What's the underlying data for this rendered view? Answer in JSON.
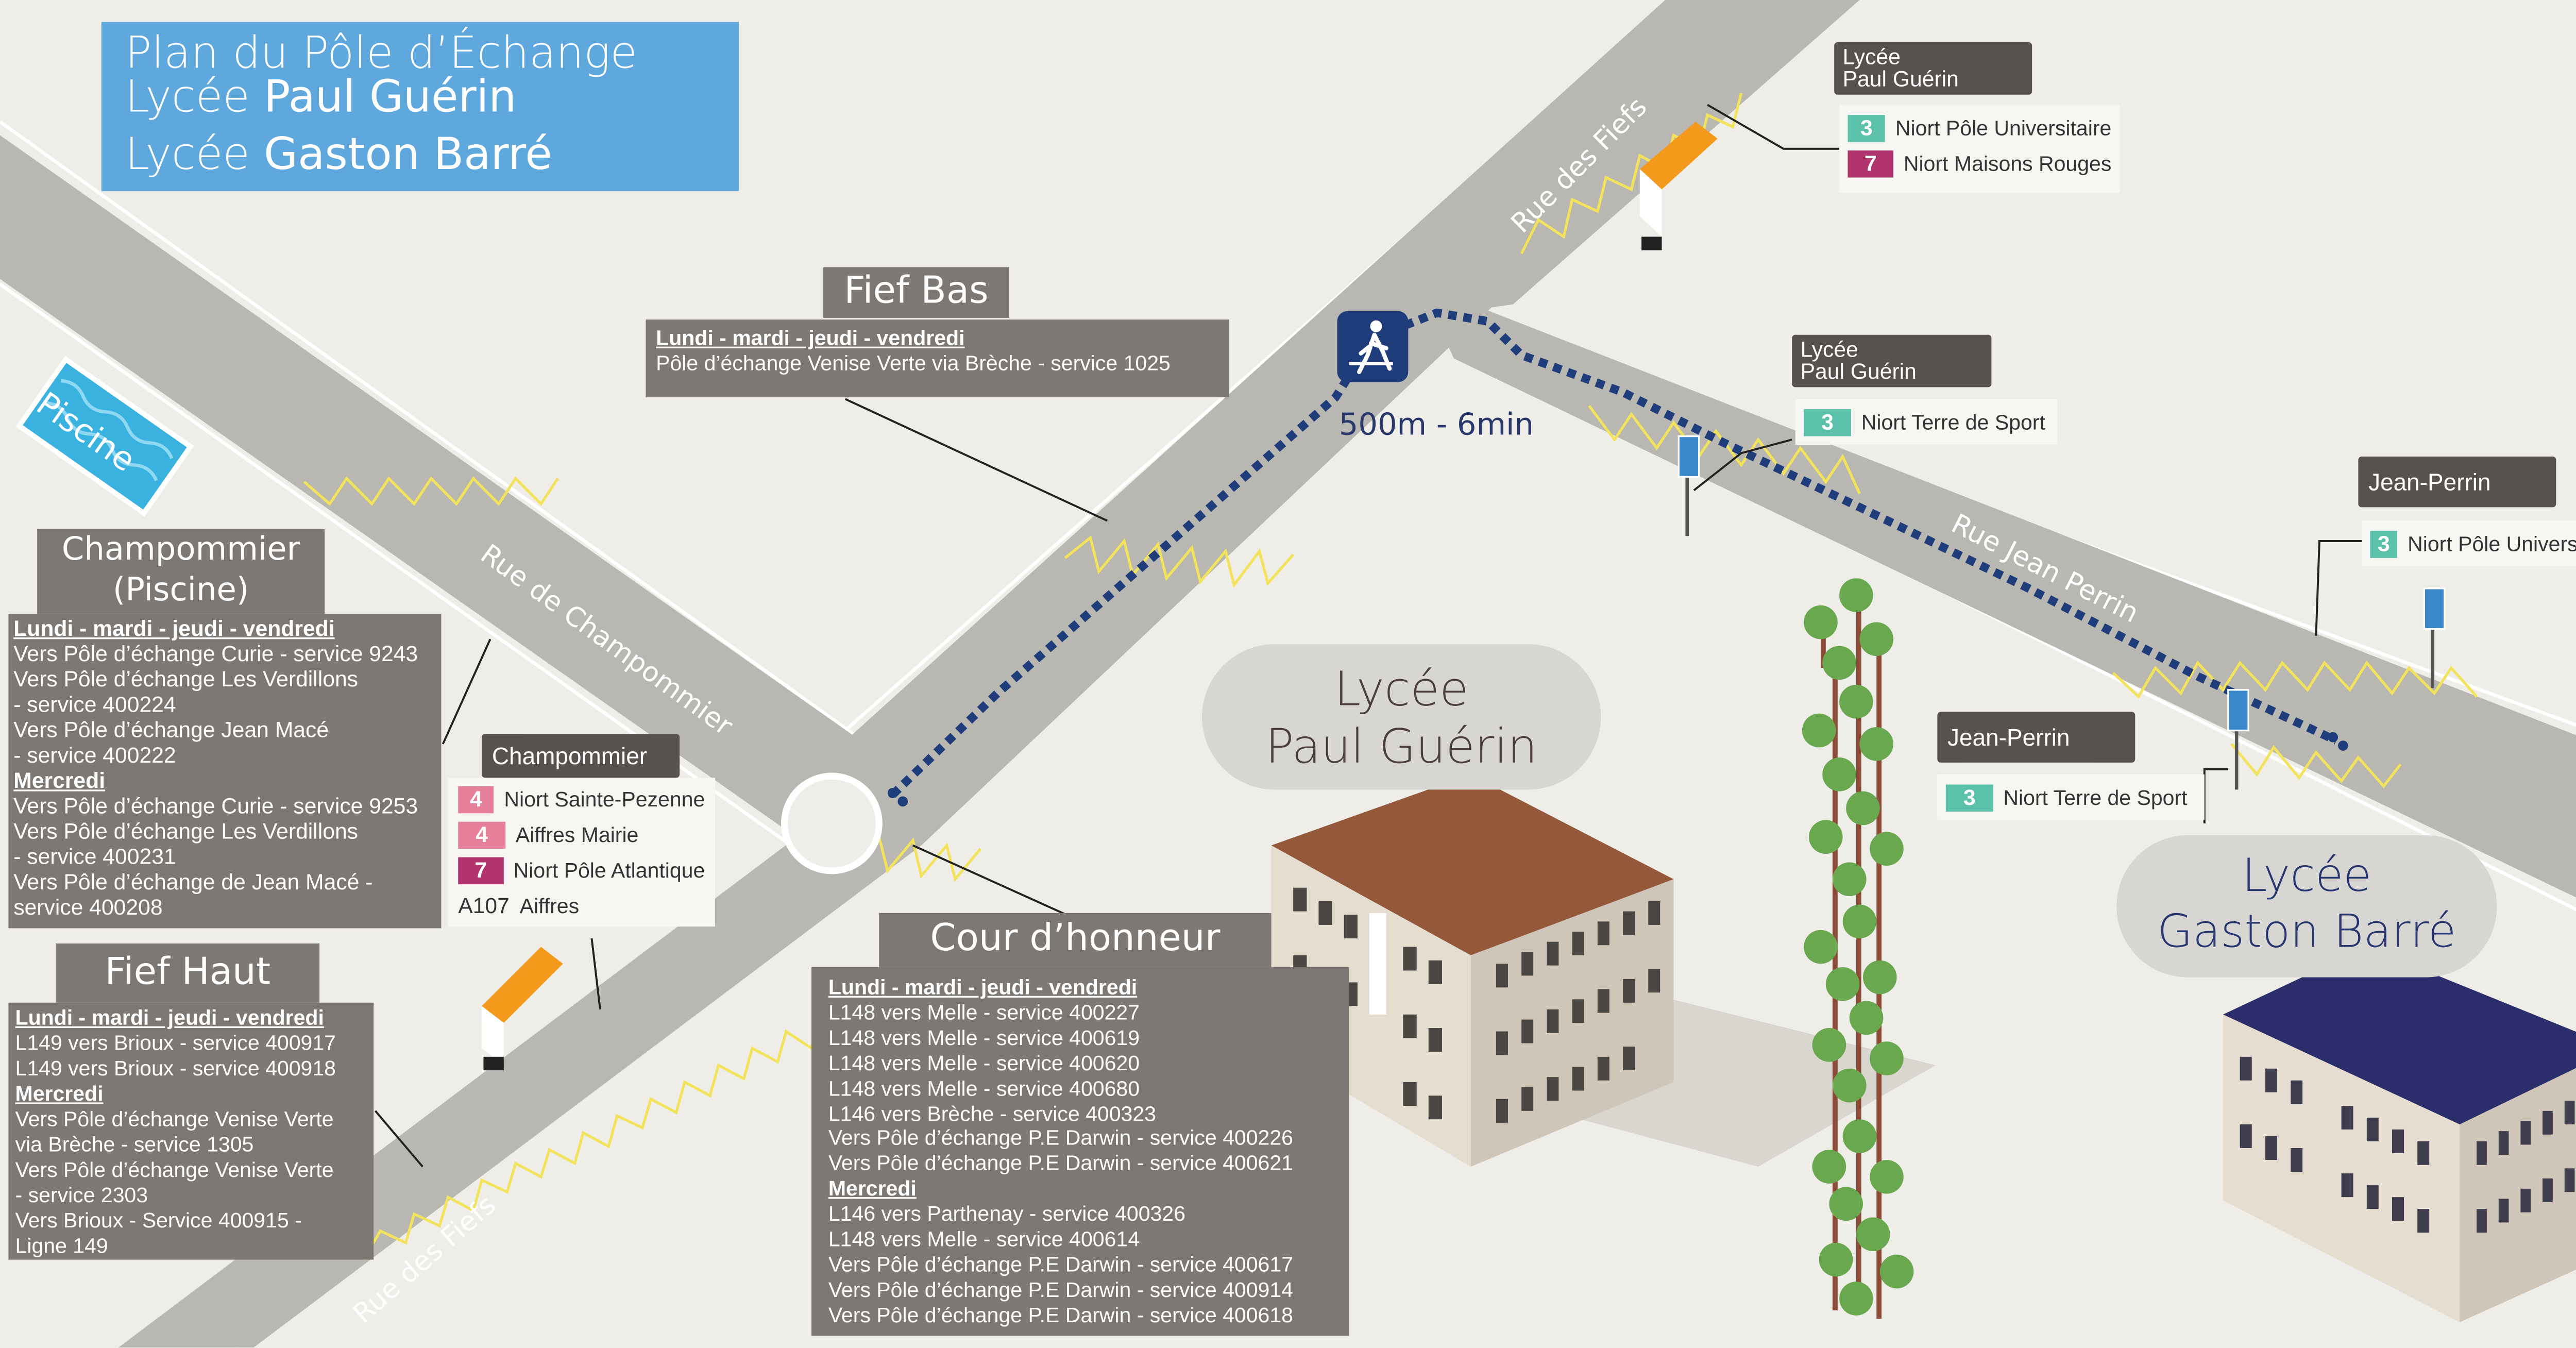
{
  "title": {
    "line1": "Plan du Pôle d’Échange",
    "line2_prefix": "Lycée",
    "line2_name": "Paul Guérin",
    "line3_prefix": "Lycée",
    "line3_name": "Gaston Barré"
  },
  "streets": {
    "fiefs_top": "Rue des Fiefs",
    "fiefs_bottom": "Rue des Fiefs",
    "champommier": "Rue de Champommier",
    "jean_perrin": "Rue Jean Perrin"
  },
  "piscine": "Piscine",
  "walk": {
    "distance": "500m - 6min"
  },
  "fief_bas": {
    "name": "Fief Bas",
    "day": "Lundi - mardi - jeudi - vendredi",
    "services": [
      "Pôle d’échange Venise Verte via Brèche - service 1025"
    ]
  },
  "champommier_piscine": {
    "name_line1": "Champommier",
    "name_line2": "(Piscine)",
    "day1": "Lundi  - mardi - jeudi - vendredi",
    "services1": [
      "Vers Pôle d’échange Curie - service 9243",
      "Vers Pôle d’échange Les Verdillons",
      "- service 400224",
      "Vers Pôle d’échange Jean Macé",
      "- service 400222"
    ],
    "day2": "Mercredi",
    "services2": [
      "Vers Pôle d’échange Curie - service 9253",
      "Vers Pôle d’échange Les Verdillons",
      "- service 400231",
      "Vers Pôle d’échange de Jean Macé -",
      "service 400208"
    ]
  },
  "champommier_stop": {
    "name": "Champommier",
    "lines": [
      {
        "badge": "4",
        "color": "#e6809a",
        "text": "Niort  Sainte-Pezenne"
      },
      {
        "badge": "4",
        "color": "#e6809a",
        "text": "Aiffres Mairie"
      },
      {
        "badge": "7",
        "color": "#b1346f",
        "text": "Niort  Pôle Atlantique"
      },
      {
        "badge": "A107",
        "color": "",
        "text": "Aiffres"
      }
    ]
  },
  "fief_haut": {
    "name": "Fief Haut",
    "day1": "Lundi  - mardi - jeudi - vendredi",
    "services1": [
      "L149 vers Brioux - service 400917",
      "L149 vers Brioux - service 400918"
    ],
    "day2": "Mercredi",
    "services2": [
      "Vers Pôle d’échange Venise Verte",
      "via Brèche - service 1305",
      "Vers Pôle d’échange Venise Verte",
      "- service 2303",
      "Vers Brioux -  Service 400915 -",
      "Ligne 149"
    ]
  },
  "cour_honneur": {
    "name": "Cour d’honneur",
    "day1": "Lundi - mardi - jeudi - vendredi",
    "services1": [
      "L148 vers Melle - service 400227",
      "L148 vers Melle - service 400619",
      "L148 vers Melle - service 400620",
      "L148 vers Melle - service 400680",
      "L146 vers Brèche - service 400323",
      "Vers Pôle d’échange P.E Darwin - service 400226",
      "Vers Pôle d’échange P.E Darwin - service 400621"
    ],
    "day2": "Mercredi",
    "services2": [
      "L146 vers Parthenay  - service 400326",
      "L148 vers Melle - service 400614",
      "Vers Pôle d’échange P.E Darwin - service 400617",
      "Vers Pôle d’échange P.E Darwin - service 400914",
      "Vers Pôle d’échange P.E Darwin - service 400618"
    ]
  },
  "lycee_pg_top": {
    "name_line1": "Lycée",
    "name_line2": "Paul Guérin",
    "lines": [
      {
        "badge": "3",
        "text": "Niort   Pôle Universitaire"
      },
      {
        "badge": "7",
        "text": "Niort   Maisons Rouges"
      }
    ]
  },
  "lycee_pg_mid": {
    "name_line1": "Lycée",
    "name_line2": "Paul Guérin",
    "lines": [
      {
        "badge": "3",
        "text": "Niort   Terre de Sport"
      }
    ]
  },
  "jean_perrin_right": {
    "name": "Jean-Perrin",
    "lines": [
      {
        "badge": "3",
        "text": "Niort   Pôle Universitaire"
      }
    ]
  },
  "jean_perrin_left": {
    "name": "Jean-Perrin",
    "lines": [
      {
        "badge": "3",
        "text": "Niort   Terre de Sport"
      }
    ]
  },
  "labels": {
    "paul_guerin_line1": "Lycée",
    "paul_guerin_line2": "Paul Guérin",
    "gaston_barre_line1": "Lycée",
    "gaston_barre_line2": "Gaston Barré"
  },
  "colors": {
    "road": "#b9b7b2",
    "walk_path": "#1e3d7a",
    "title_bg": "#5fa8dd",
    "panel": "#7d7873",
    "line3": "#5cc1ab",
    "line4": "#e6809a",
    "line7": "#b1346f"
  }
}
